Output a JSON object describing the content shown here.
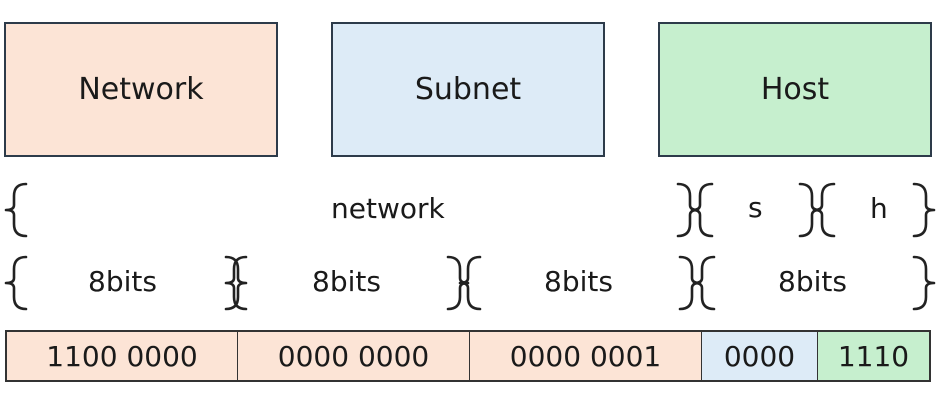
{
  "boxes": [
    {
      "label": "Network",
      "color": "#fce4d6"
    },
    {
      "label": "Subnet",
      "color": "#ddebf7"
    },
    {
      "label": "Host",
      "color": "#c6efce"
    }
  ],
  "split_row": {
    "network_label": "network",
    "subnet_label": "s",
    "host_label": "h"
  },
  "octet_row": {
    "labels": [
      "8bits",
      "8bits",
      "8bits",
      "8bits"
    ]
  },
  "bit_cells": [
    {
      "value": "1100 0000",
      "color": "#fce4d6"
    },
    {
      "value": "0000 0000",
      "color": "#fce4d6"
    },
    {
      "value": "0000 0001",
      "color": "#fce4d6"
    },
    {
      "value": "0000",
      "color": "#ddebf7"
    },
    {
      "value": "1110",
      "color": "#c6efce"
    }
  ]
}
